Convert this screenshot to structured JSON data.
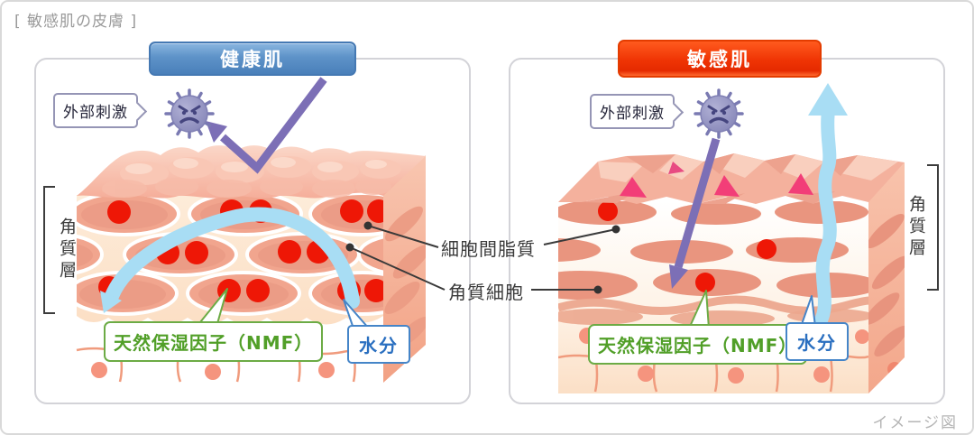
{
  "title": "[ 敏感肌の皮膚 ]",
  "note": "イメージ図",
  "colors": {
    "healthy_badge": "#4a80ba",
    "sensitive_badge": "#ee3303",
    "stimulus_arrow_purple": "#7c6fb6",
    "moisture_arrow_blue": "#a8ddf4",
    "nmf_green": "#519f28",
    "moisture_label_blue": "#2a6fc0",
    "cell_salmon": "#f1a58e",
    "nucleus_red": "#ee1706",
    "crack_pink": "#f23e78"
  },
  "panels": {
    "healthy": {
      "badge": "健康肌",
      "stimulus": "外部刺激",
      "stratum": "角質層",
      "nmf": "天然保湿因子（NMF）",
      "moisture": "水分"
    },
    "sensitive": {
      "badge": "敏感肌",
      "stimulus": "外部刺激",
      "stratum": "角質層",
      "nmf": "天然保湿因子（NMF）",
      "moisture": "水分"
    }
  },
  "annotations": {
    "lipids": "細胞間脂質",
    "corneocyte": "角質細胞"
  }
}
